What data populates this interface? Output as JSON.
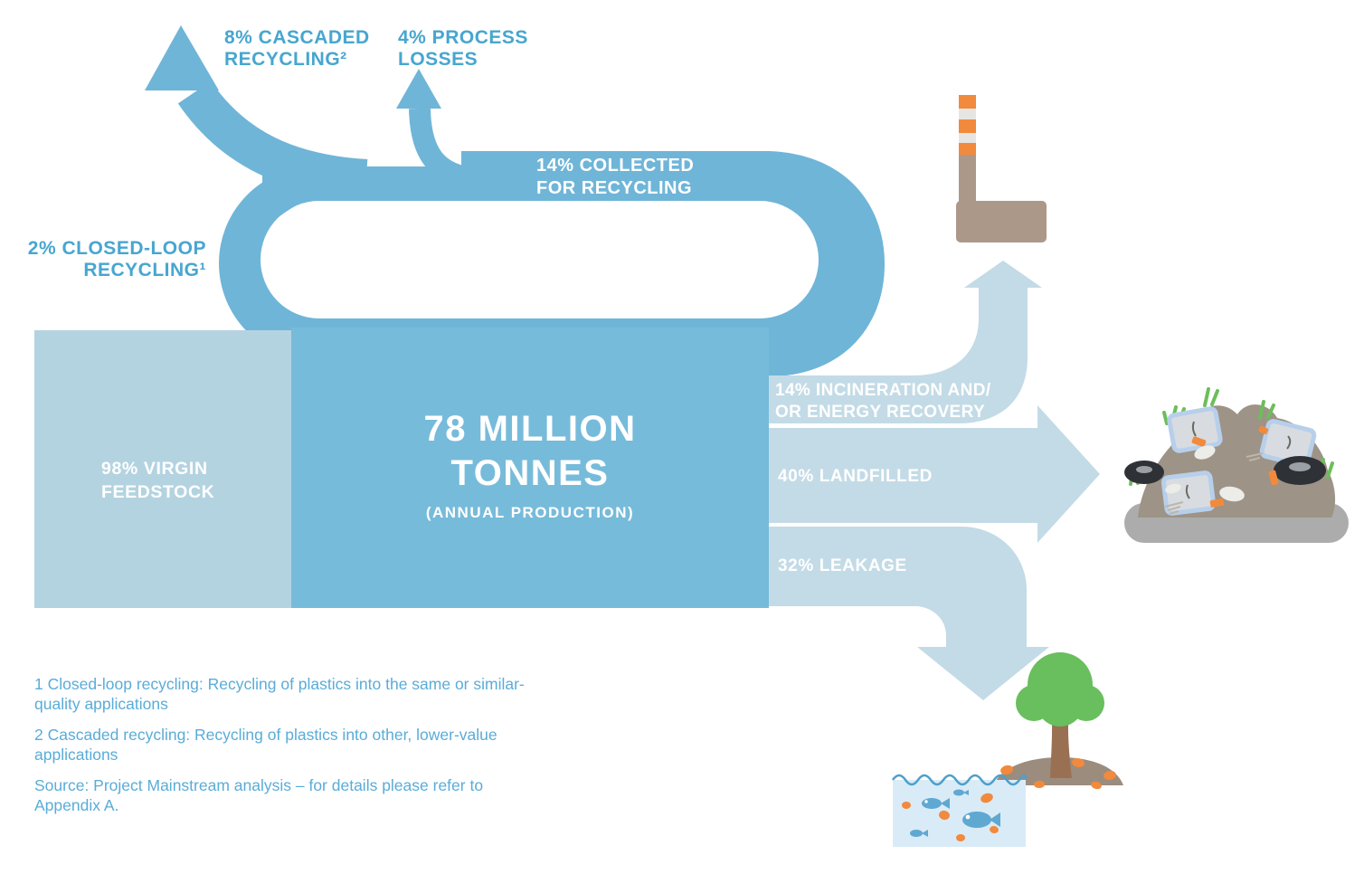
{
  "diagram": {
    "main_box": {
      "line1": "78 MILLION",
      "line2": "TONNES",
      "subtitle": "(ANNUAL PRODUCTION)"
    },
    "virgin_feedstock": {
      "line1": "98% VIRGIN",
      "line2": "FEEDSTOCK"
    },
    "labels": {
      "collected": {
        "line1": "14% COLLECTED",
        "line2": "FOR RECYCLING"
      },
      "cascaded": {
        "line1": "8% CASCADED",
        "line2": "RECYCLING²"
      },
      "process_losses": {
        "line1": "4% PROCESS",
        "line2": "LOSSES"
      },
      "closed_loop": {
        "line1": "2% CLOSED-LOOP",
        "line2": "RECYCLING¹"
      },
      "incineration": {
        "line1": "14% INCINERATION AND/",
        "line2": "OR ENERGY RECOVERY"
      },
      "landfilled": "40% LANDFILLED",
      "leakage": "32% LEAKAGE"
    },
    "footnotes": [
      "1 Closed-loop recycling: Recycling of plastics into the same or similar-quality applications",
      "2 Cascaded recycling: Recycling of plastics into other, lower-value applications",
      "Source: Project Mainstream analysis – for details please refer to Appendix A."
    ],
    "icons": {
      "incineration": "factory-icon",
      "landfilled": "landfill-icon",
      "leakage_land": "tree-icon",
      "leakage_ocean": "ocean-fish-icon"
    },
    "colors": {
      "flow_blue": "#6FB5D8",
      "production_box_blue": "#77BBDA",
      "feedstock_blue": "#B4D3E1",
      "light_arrow_blue": "#C3DBE6",
      "label_blue": "#47A6D0",
      "footnote_blue": "#5AACD8",
      "orange": "#F18A3D",
      "taupe": "#AC9889",
      "green": "#69BE5D",
      "heap_gray": "#9D9386"
    }
  },
  "chart_data": {
    "type": "sankey",
    "title": "78 million tonnes (annual production)",
    "input": {
      "label": "virgin feedstock",
      "pct": 98
    },
    "outputs": [
      {
        "label": "collected for recycling",
        "pct": 14
      },
      {
        "label": "incineration and/or energy recovery",
        "pct": 14
      },
      {
        "label": "landfilled",
        "pct": 40
      },
      {
        "label": "leakage",
        "pct": 32
      }
    ],
    "collected_breakdown": [
      {
        "label": "cascaded recycling",
        "pct": 8
      },
      {
        "label": "process losses",
        "pct": 4
      },
      {
        "label": "closed-loop recycling",
        "pct": 2
      }
    ]
  }
}
